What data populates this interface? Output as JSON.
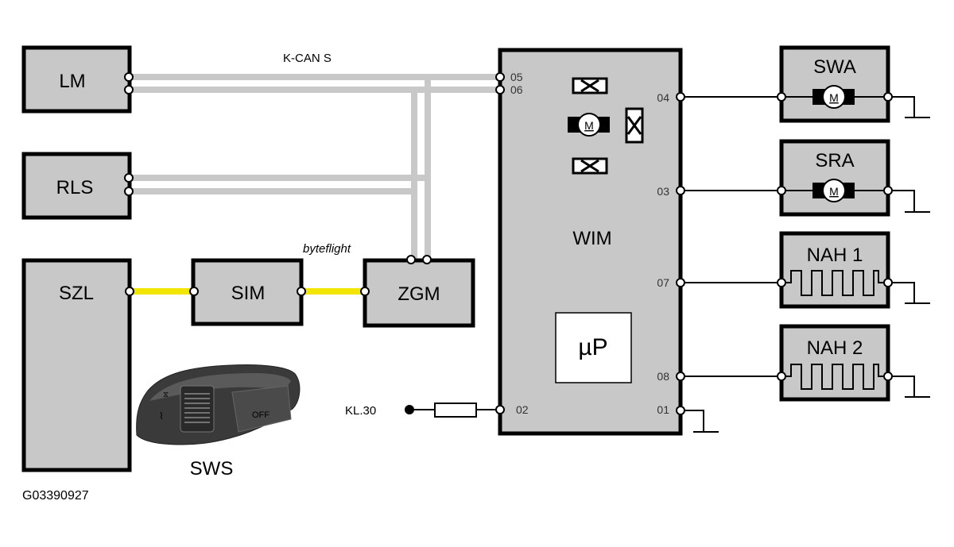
{
  "modules": {
    "lm": "LM",
    "rls": "RLS",
    "szl": "SZL",
    "sim": "SIM",
    "zgm": "ZGM",
    "wim": "WIM",
    "swa": "SWA",
    "sra": "SRA",
    "nah1": "NAH 1",
    "nah2": "NAH 2",
    "microprocessor": "µP",
    "sws": "SWS"
  },
  "buses": {
    "kcan": "K-CAN S",
    "byteflight": "byteflight"
  },
  "supply": "KL.30",
  "motor_symbol": "M",
  "switch_label": "OFF",
  "pins": {
    "p05": "05",
    "p06": "06",
    "p02": "02",
    "p04": "04",
    "p03": "03",
    "p07": "07",
    "p08": "08",
    "p01": "01"
  },
  "figure_id": "G03390927",
  "colors": {
    "module_fill": "#c8c8c8",
    "kcan_line": "#c8c8c8",
    "byteflight_line": "#f2e600"
  }
}
